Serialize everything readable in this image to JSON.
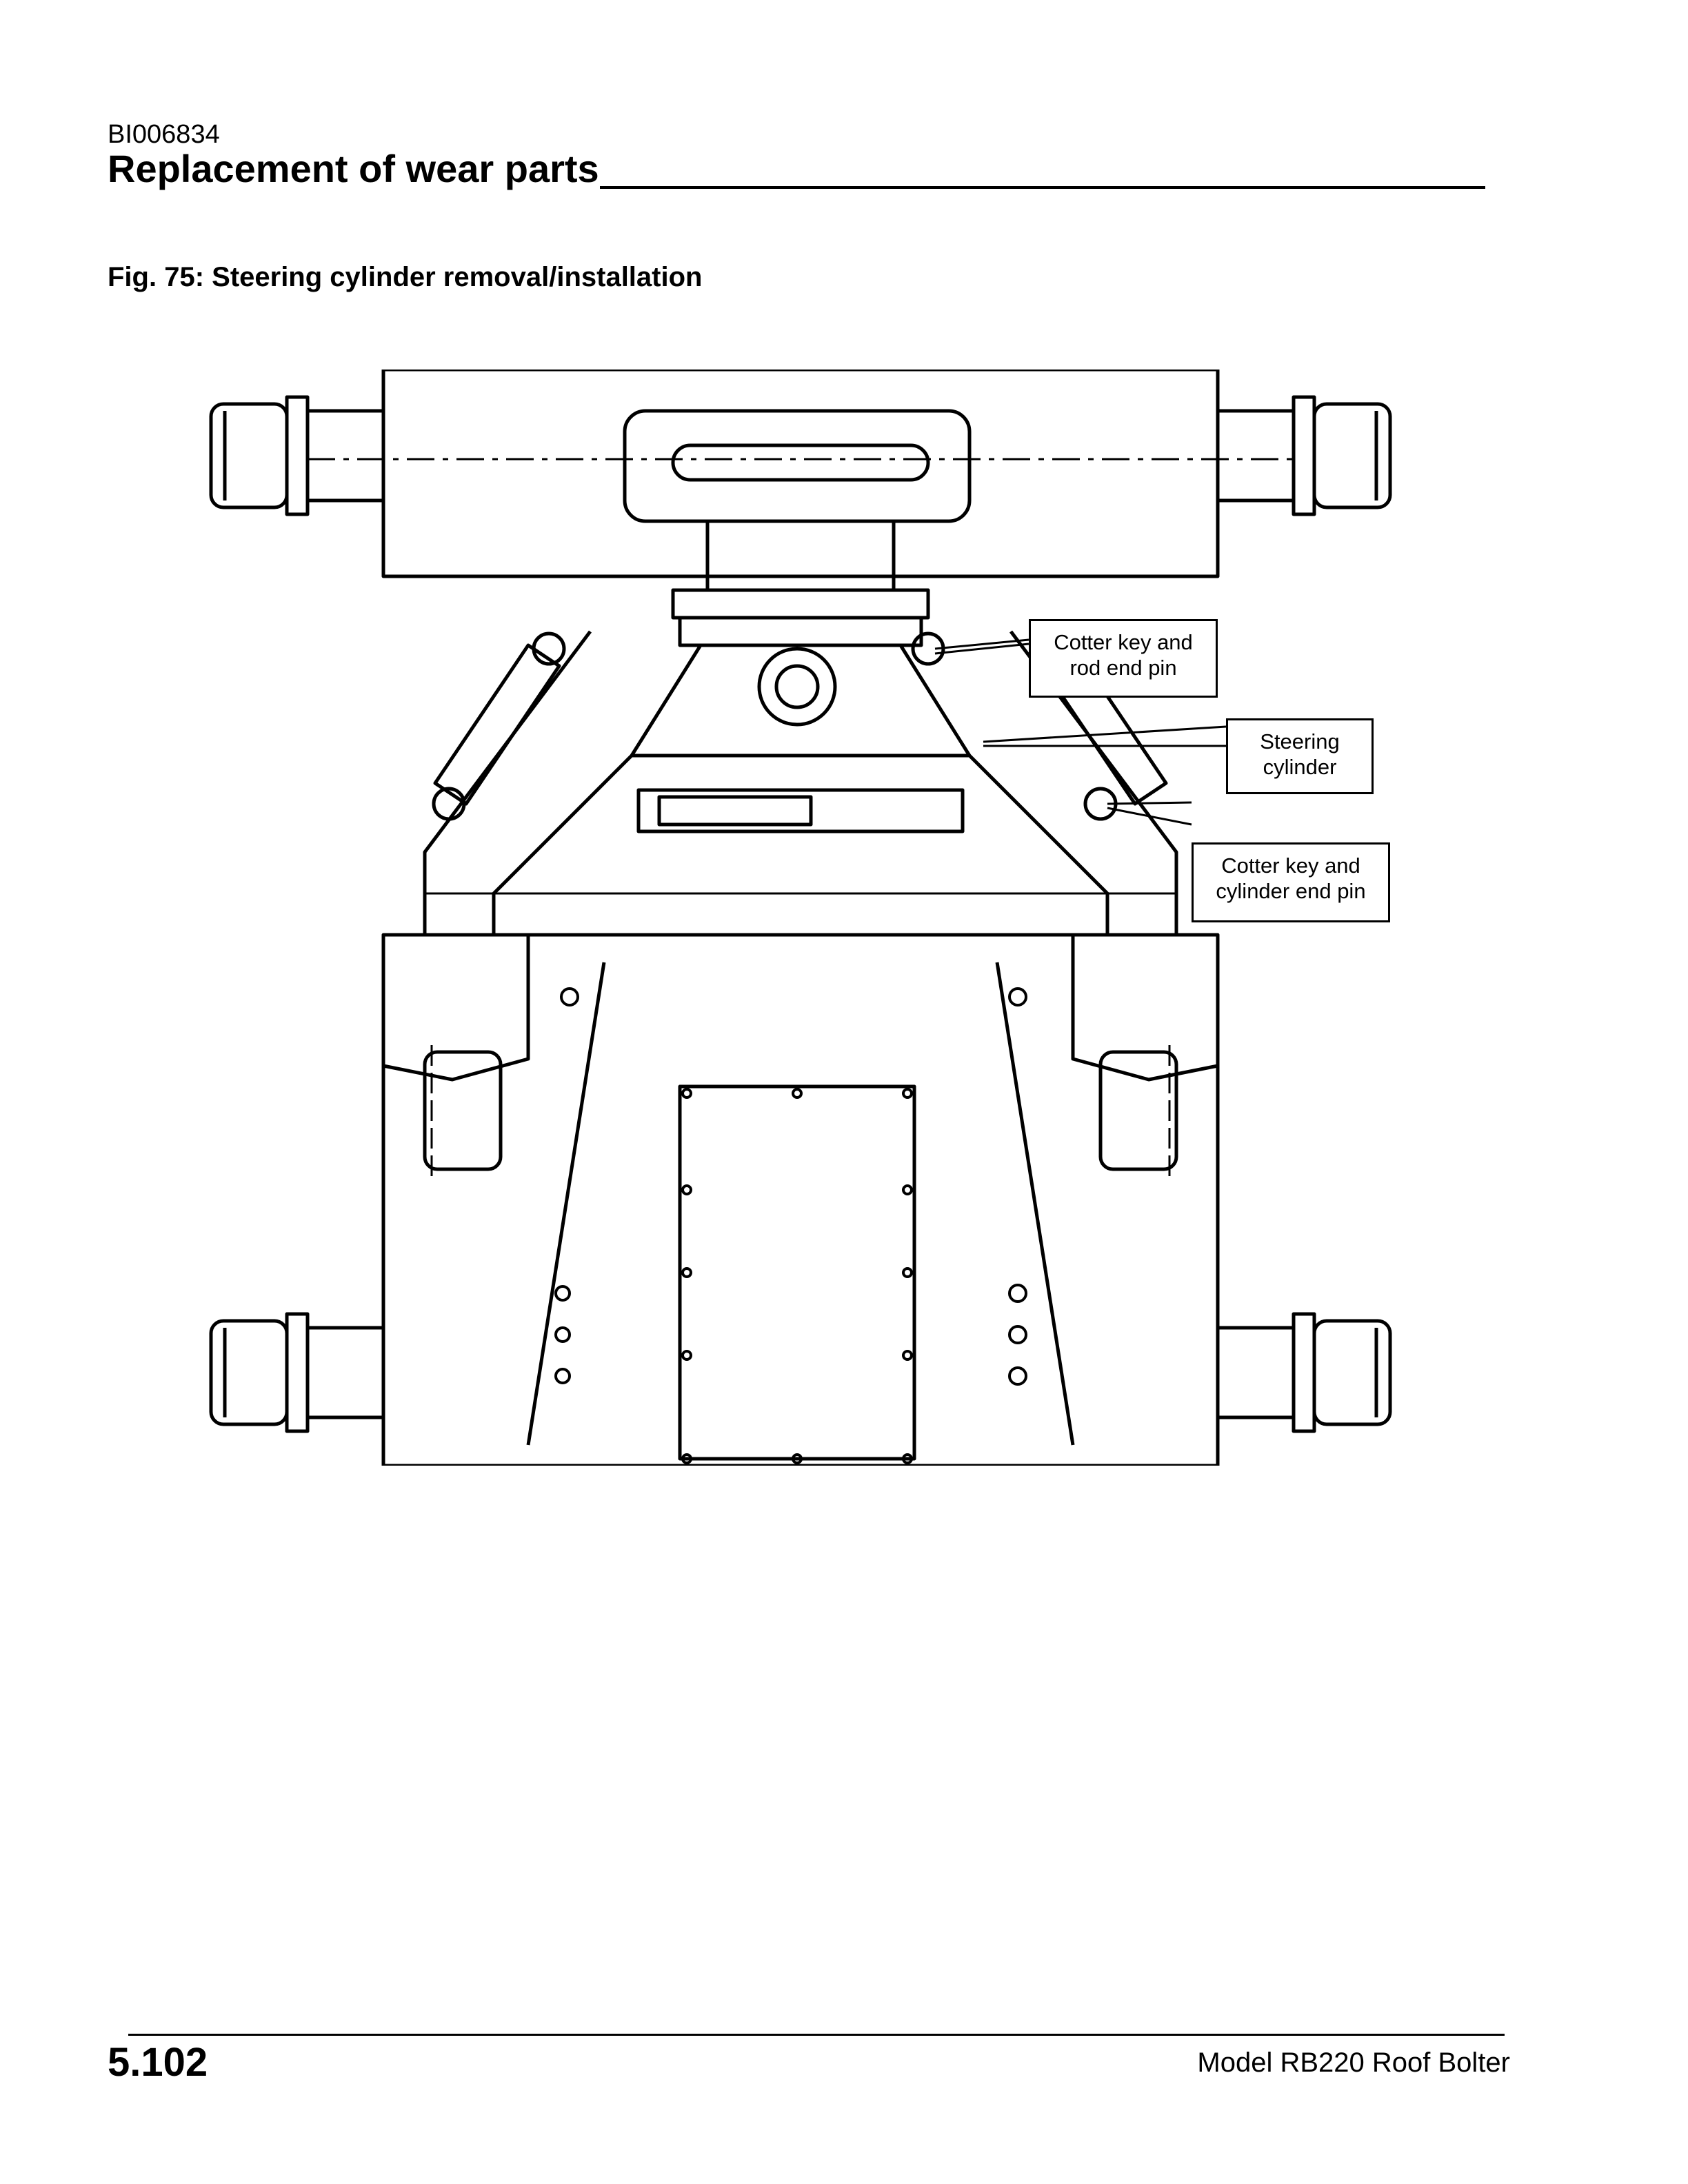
{
  "header": {
    "doc_id": "BI006834",
    "section_title": "Replacement of wear parts"
  },
  "figure": {
    "caption": "Fig. 75: Steering cylinder removal/installation",
    "callouts": {
      "rod_end": {
        "line1": "Cotter key and",
        "line2": "rod end pin"
      },
      "cylinder": {
        "line1": "Steering",
        "line2": "cylinder"
      },
      "cylinder_end": {
        "line1": "Cotter key and",
        "line2": "cylinder end pin"
      }
    }
  },
  "footer": {
    "page_number": "5.102",
    "model": "Model RB220 Roof Bolter"
  }
}
